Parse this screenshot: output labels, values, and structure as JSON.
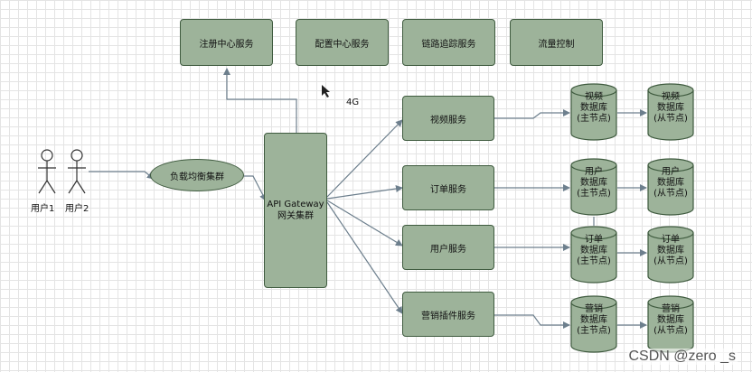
{
  "top_services": [
    "注册中心服务",
    "配置中心服务",
    "链路追踪服务",
    "流量控制"
  ],
  "users": [
    "用户1",
    "用户2"
  ],
  "load_balancer": "负载均衡集群",
  "gateway": {
    "line1": "API Gateway",
    "line2": "网关集群"
  },
  "label_4g": "4G",
  "services": [
    "视频服务",
    "订单服务",
    "用户服务",
    "营销插件服务"
  ],
  "master_dbs": [
    [
      "视频",
      "数据库",
      "(主节点)"
    ],
    [
      "用户",
      "数据库",
      "(主节点)"
    ],
    [
      "订单",
      "数据库",
      "(主节点)"
    ],
    [
      "营销",
      "数据库",
      "(主节点)"
    ]
  ],
  "slave_dbs": [
    [
      "视频",
      "数据库",
      "(从节点)"
    ],
    [
      "用户",
      "数据库",
      "(从节点)"
    ],
    [
      "订单",
      "数据库",
      "(从节点)"
    ],
    [
      "营销",
      "数据库",
      "(从节点)"
    ]
  ],
  "watermark": "CSDN @zero _s",
  "colors": {
    "node_fill": "#9db39a",
    "node_stroke": "#3f5b3f",
    "edge": "#6d7f8d"
  }
}
